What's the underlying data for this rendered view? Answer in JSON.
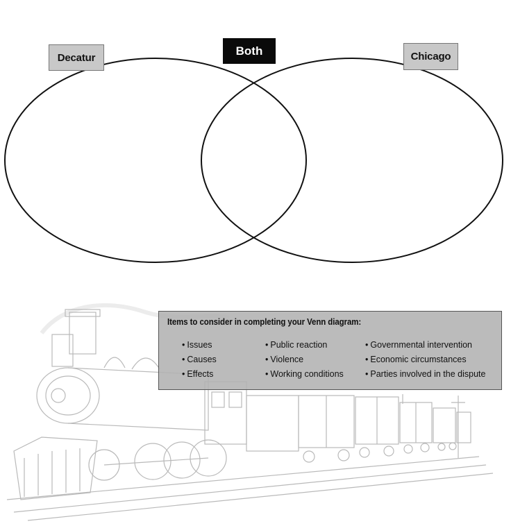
{
  "labels": {
    "left": "Decatur",
    "right": "Chicago",
    "center": "Both"
  },
  "items_box": {
    "title": "Items to consider in completing your Venn diagram:",
    "columns": [
      [
        "Issues",
        "Causes",
        "Effects"
      ],
      [
        "Public reaction",
        "Violence",
        "Working conditions"
      ],
      [
        "Governmental intervention",
        "Economic circumstances",
        "Parties involved in the dispute"
      ]
    ]
  },
  "colors": {
    "label_box": "#c8c8c8",
    "center_label": "#0a0a0a",
    "items_box": "#b2b2b2",
    "train_sketch": "#9a9a9a"
  }
}
